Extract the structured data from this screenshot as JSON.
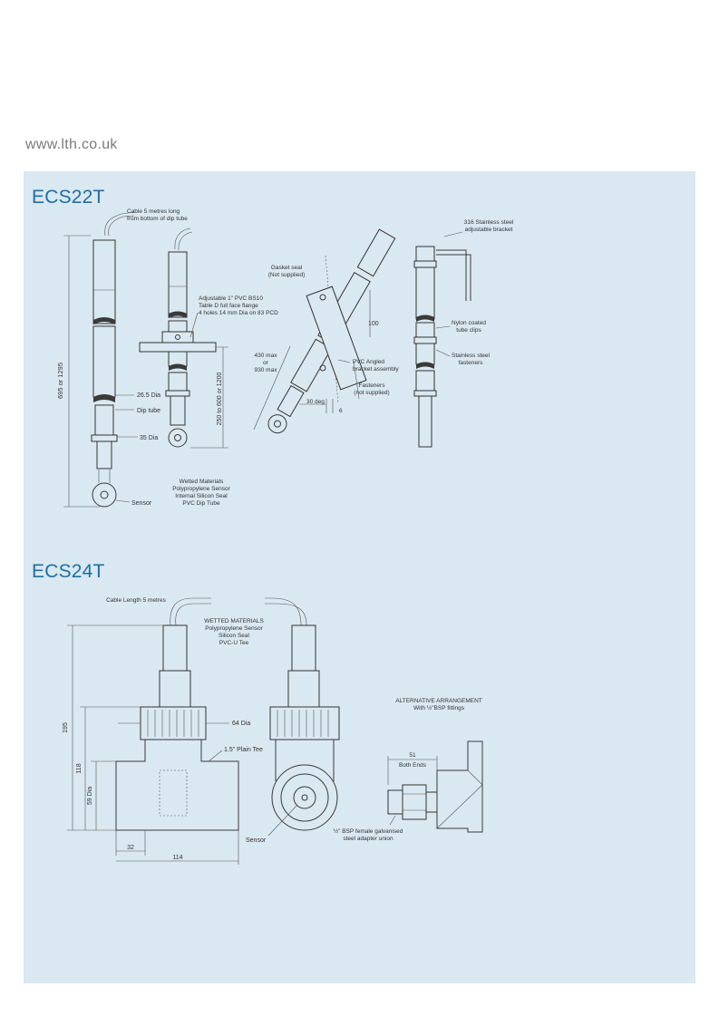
{
  "header": {
    "url": "www.lth.co.uk"
  },
  "ecs22t": {
    "title": "ECS22T",
    "labels": {
      "cable": [
        "Cable 5 metres long",
        "from bottom of dip tube"
      ],
      "dia_265": "26.5 Dia",
      "dip_tube": "Dip tube",
      "dia_35": "35 Dia",
      "sensor": "Sensor",
      "len_695": "695 or 1295",
      "flange": [
        "Adjustable 1\" PVC BS10",
        "Table D full face flange",
        "4 holes 14 mm Dia on 83 PCD"
      ],
      "len_250": "250 to 600 or 1200",
      "wetted": [
        "Wetted Materials",
        "Polypropylene Sensor",
        "Internal Silicon Seal",
        "PVC Dip Tube"
      ],
      "gasket": [
        "Gasket seal",
        "(Not supplied)"
      ],
      "len_430": [
        "430 max",
        "or",
        "930 max"
      ],
      "dim_100": "100",
      "pvc_bracket": [
        "PVC Angled",
        "bracket assembly"
      ],
      "fasteners": [
        "Fasteners",
        "(not supplied)"
      ],
      "deg_30": "30 deg",
      "dim_6": "6",
      "steel_bracket": [
        "316 Stainless steel",
        "adjustable bracket"
      ],
      "nylon_clips": [
        "Nylon coated",
        "tube clips"
      ],
      "steel_fasteners": [
        "Stainless steel",
        "fasteners"
      ]
    }
  },
  "ecs24t": {
    "title": "ECS24T",
    "labels": {
      "cable": "Cable Length 5 metres",
      "wetted": [
        "WETTED MATERIALS",
        "Polypropylene Sensor",
        "Silicon Seal",
        "PVC-U Tee"
      ],
      "dia_64": "64 Dia",
      "plain_tee": "1.5\" Plain Tee",
      "dim_195": "195",
      "dim_118": "118",
      "dia_59": "59 Dia",
      "dim_32": "32",
      "dim_114": "114",
      "sensor": "Sensor",
      "alt": [
        "ALTERNATIVE ARRANGEMENT",
        "With ½\"BSP fittings"
      ],
      "dim_51": "51",
      "both_ends": "Both Ends",
      "union": [
        "½\" BSP female galvanised",
        "steel adapter union"
      ]
    }
  }
}
